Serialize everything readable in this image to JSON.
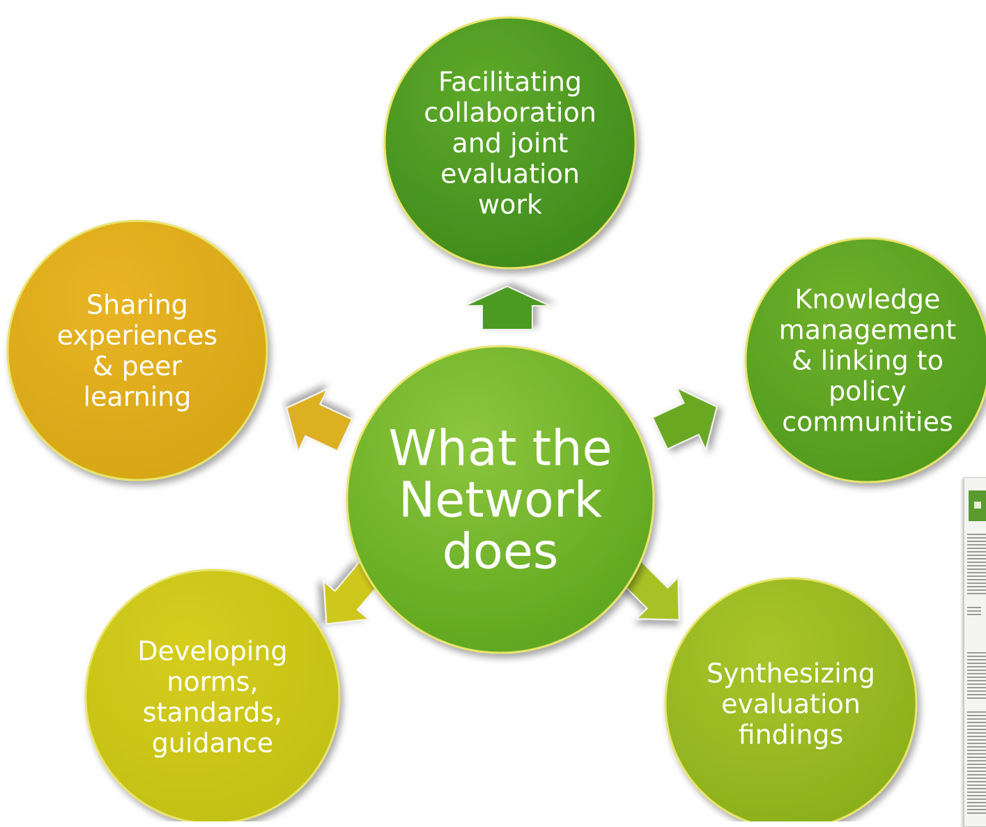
{
  "diagram": {
    "center": {
      "lines": [
        "What the",
        "Network",
        "does"
      ],
      "color_top": "#8cc63e",
      "color_bottom": "#5ea61e"
    },
    "nodes": [
      {
        "key": "top",
        "lines": [
          "Facilitating",
          "collaboration",
          "and joint",
          "evaluation",
          "work"
        ],
        "color_top": "#5faa2a",
        "color_bottom": "#3f8a1c"
      },
      {
        "key": "right",
        "lines": [
          "Knowledge",
          "management",
          "& linking to",
          "policy",
          "communities"
        ],
        "color_top": "#6fb02a",
        "color_bottom": "#4f9a1e"
      },
      {
        "key": "bottom-right",
        "lines": [
          "Synthesizing",
          "evaluation",
          "findings"
        ],
        "color_top": "#a9c52a",
        "color_bottom": "#8aaf1c"
      },
      {
        "key": "bottom-left",
        "lines": [
          "Developing",
          "norms,",
          "standards,",
          "guidance"
        ],
        "color_top": "#d6cd1e",
        "color_bottom": "#c2c014"
      },
      {
        "key": "left",
        "lines": [
          "Sharing",
          "experiences",
          "& peer",
          "learning"
        ],
        "color_top": "#e8b424",
        "color_bottom": "#d6a616"
      }
    ],
    "arrow_colors": {
      "top": "#4e9a24",
      "right": "#6aa822",
      "bottom-right": "#a8c228",
      "bottom-left": "#cfc81c",
      "left": "#ddb020"
    }
  },
  "thumbnail": {
    "icon": "document-page-icon",
    "accent": "#5a9a2e"
  }
}
